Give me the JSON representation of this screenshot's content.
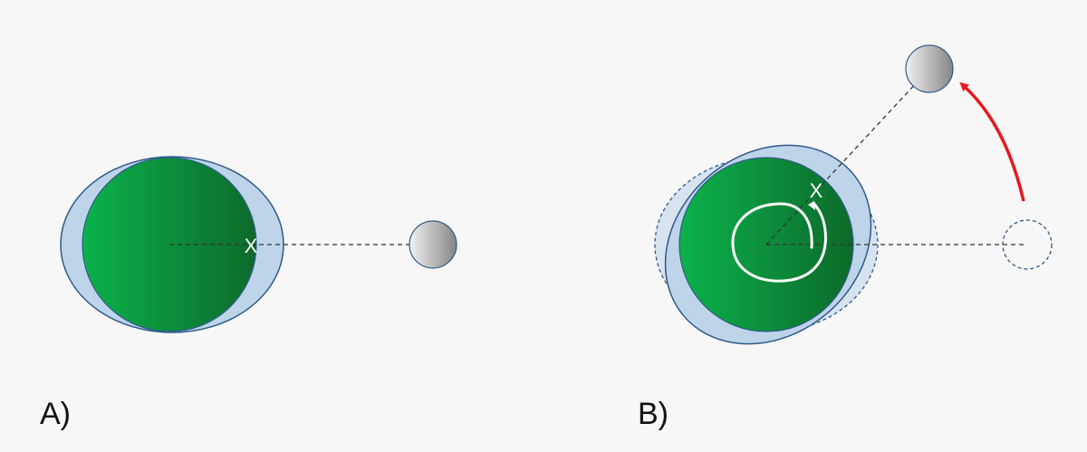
{
  "panels": [
    {
      "label": "A)",
      "marker": "X"
    },
    {
      "label": "B)",
      "marker": "X"
    }
  ],
  "colors": {
    "background": "#f7f7f7",
    "bulge": "#bed4e9",
    "outline": "#2f5a8a",
    "planet_light": "#0bb24b",
    "planet_dark": "#0d6a2b",
    "moon_light": "#f2f2f2",
    "moon_dark": "#8a8a8a",
    "arrow": "#e8171f",
    "spiral": "#ffffff",
    "dash": "#333333"
  }
}
